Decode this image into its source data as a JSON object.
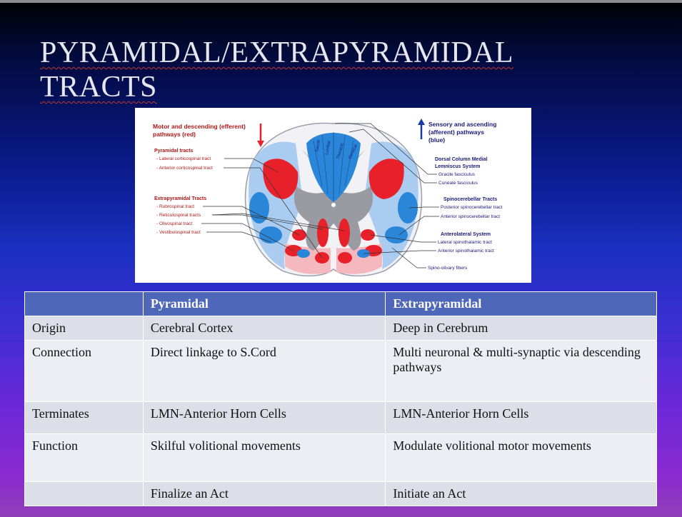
{
  "slide": {
    "title_line1": "PYRAMIDAL/EXTRAPYRAMIDAL",
    "title_line2": "TRACTS"
  },
  "figure": {
    "left_heading": [
      "Motor and descending (efferent)",
      "pathways   (red)"
    ],
    "pyramidal_heading": "Pyramidal tracts",
    "pyramidal_items": [
      "- Lateral corticospinal tract",
      "- Anterior corticospinal tract"
    ],
    "extra_heading": "Extrapyramidal Tracts",
    "extra_items": [
      "- Rubrospinal tract",
      "- Reticulospinal tracts",
      "- Olivospinal tract",
      "- Vestibulospinal tract"
    ],
    "right_heading": [
      "Sensory and ascending",
      "(afferent) pathways",
      "(blue)"
    ],
    "dcml_heading": [
      "Dorsal Column Medial",
      "Lemniscus System"
    ],
    "dcml_items": [
      "Gracile fasciculus",
      "Cuneate fasciculus"
    ],
    "spino_heading": "Spinocerebellar Tracts",
    "spino_items": [
      "Posterior spinocerebellar tract",
      "Anterior spinocerebellar tract"
    ],
    "antero_heading": "Anterolateral System",
    "antero_items": [
      "Lateral spinothalamic tract",
      "Anterior spinothalamic tract"
    ],
    "bottom_label": "Spino-olivary fibers",
    "cord_labels": [
      "Sacral",
      "Lumbar",
      "Thoracic",
      "Cervical"
    ],
    "colors": {
      "red": "#e8202a",
      "blue": "#2a86d8",
      "darkred": "#b01818",
      "navy": "#1a1a7a"
    }
  },
  "table": {
    "headers": [
      "",
      "Pyramidal",
      "Extrapyramidal"
    ],
    "rows": [
      [
        "Origin",
        "Cerebral Cortex",
        "Deep in Cerebrum"
      ],
      [
        "Connection",
        "Direct linkage to S.Cord",
        "Multi neuronal & multi-synaptic via descending pathways"
      ],
      [
        "Terminates",
        "LMN-Anterior Horn Cells",
        "LMN-Anterior Horn Cells"
      ],
      [
        "Function",
        "Skilful volitional movements",
        "Modulate volitional motor movements"
      ],
      [
        "",
        "Finalize an Act",
        "Initiate an Act"
      ]
    ]
  }
}
